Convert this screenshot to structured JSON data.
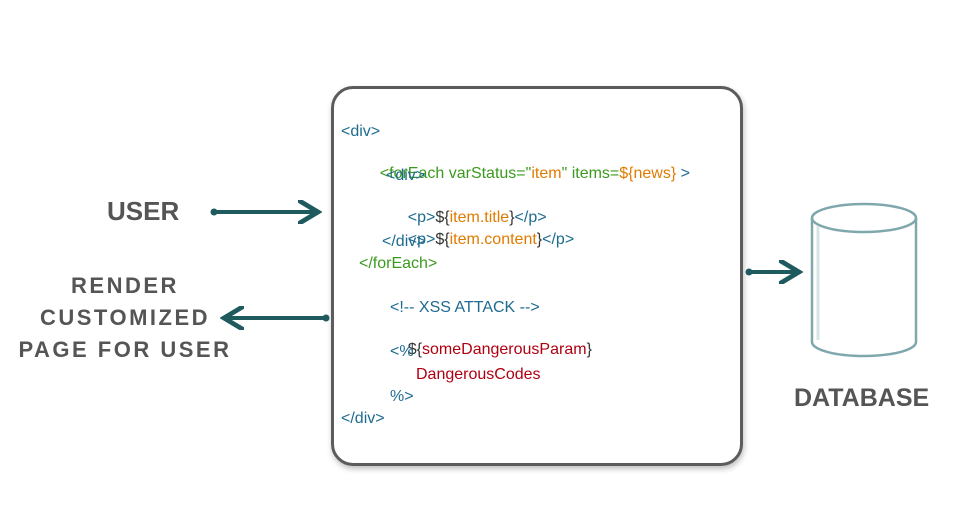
{
  "labels": {
    "user": "USER",
    "render_lines": [
      "RENDER",
      "CUSTOMIZED",
      "PAGE FOR USER"
    ],
    "database": "DATABASE"
  },
  "code": {
    "line1": "<div>",
    "line2": [
      "<forEach varStatus=\"",
      "item",
      "\" items=",
      "${news}",
      " >"
    ],
    "line3": "<div>",
    "line4": [
      "<p>",
      "${",
      "item.title",
      "}",
      "</p>"
    ],
    "line5": [
      "<p>",
      "${",
      "item.content",
      "}",
      "</p>"
    ],
    "line6": "</div>",
    "line7": "</forEach>",
    "line8": "<!-- XSS ATTACK -->",
    "line9": [
      "${",
      "someDangerousParam",
      "}"
    ],
    "line10": "<%",
    "line11": "DangerousCodes",
    "line12": "%>",
    "line13": "</div>"
  },
  "colors": {
    "arrow": "#1e5a5e",
    "tag": "#1e6b8f",
    "keyword": "#3b9a1e",
    "expression": "#e07b00",
    "danger": "#b00010",
    "box_border": "#5c5c5c"
  }
}
